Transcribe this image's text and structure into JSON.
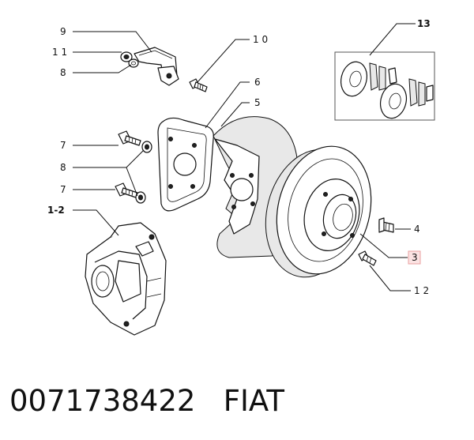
{
  "callouts": {
    "c9": "9",
    "c10": "1 0",
    "c11": "1 1",
    "c8a": "8",
    "c6": "6",
    "c5": "5",
    "c13": "13",
    "c7a": "7",
    "c8b": "8",
    "c7b": "7",
    "c12x": "1-2",
    "c4": "4",
    "c3": "3",
    "c12": "1 2"
  },
  "caption": {
    "part_number": "0071738422",
    "brand": "FIAT"
  },
  "colors": {
    "highlight_box": "#e9a0a0",
    "line": "#111111"
  }
}
